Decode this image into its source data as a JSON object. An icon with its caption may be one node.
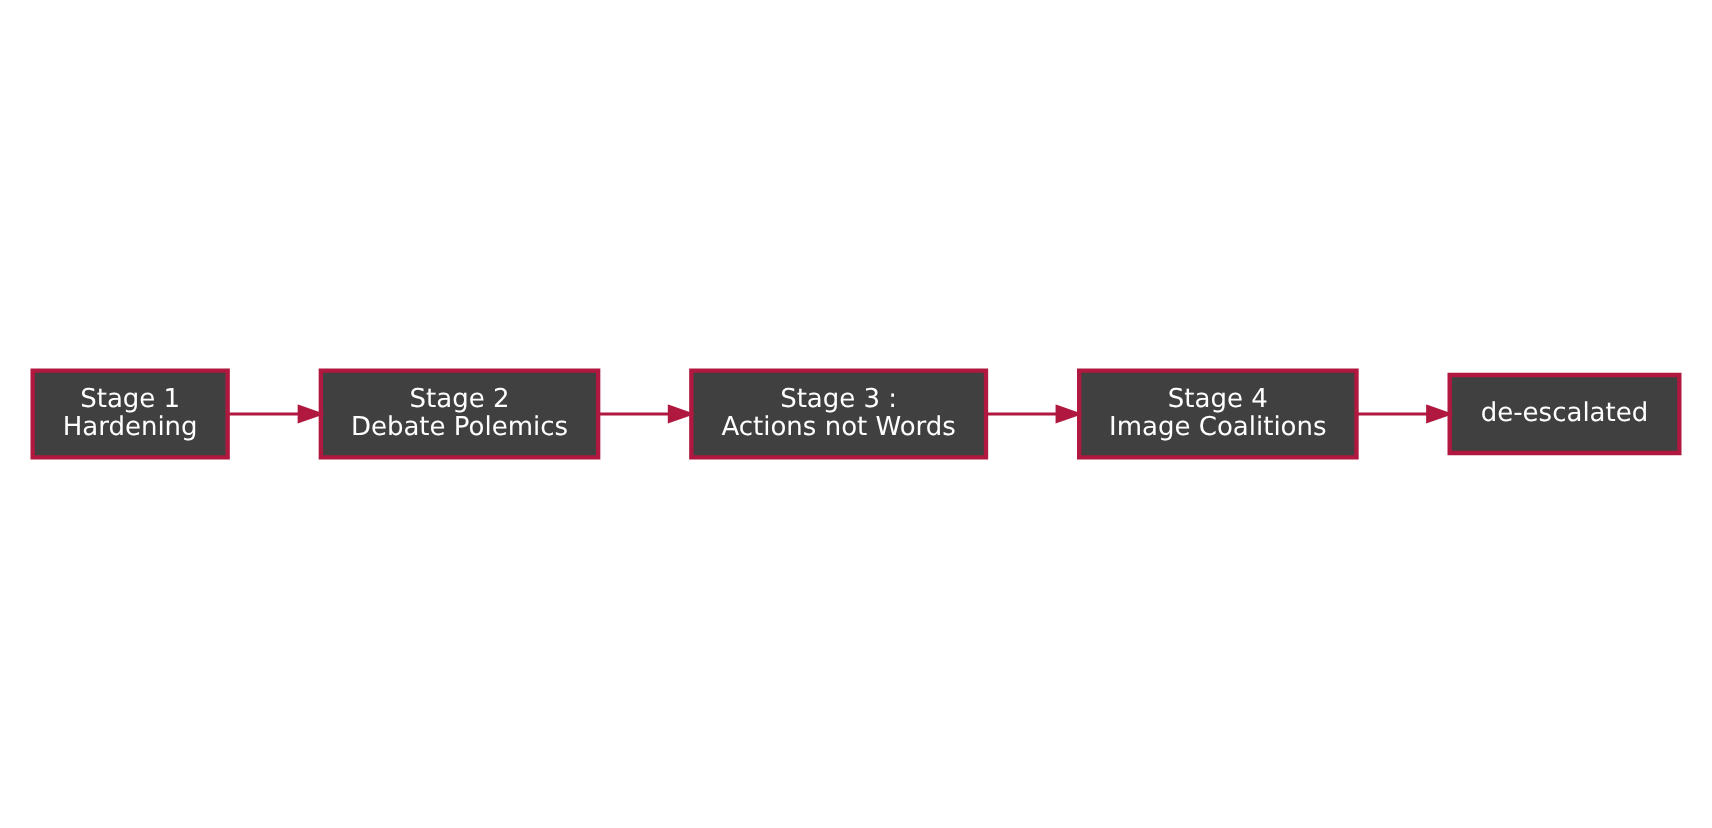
{
  "diagram": {
    "nodes": [
      {
        "text": [
          "Stage 1",
          "Hardening"
        ]
      },
      {
        "text": [
          "Stage 2",
          "Debate Polemics"
        ]
      },
      {
        "text": [
          "Stage 3 :",
          "Actions not Words"
        ]
      },
      {
        "text": [
          "Stage 4",
          "Image Coalitions"
        ]
      },
      {
        "text": [
          "de-escalated"
        ]
      }
    ],
    "edges": [
      {
        "from": 0,
        "to": 1,
        "arrow": "to"
      },
      {
        "from": 1,
        "to": 2,
        "arrow": "to"
      },
      {
        "from": 2,
        "to": 3,
        "arrow": "to"
      },
      {
        "from": 3,
        "to": 4,
        "arrow": "to"
      }
    ]
  }
}
